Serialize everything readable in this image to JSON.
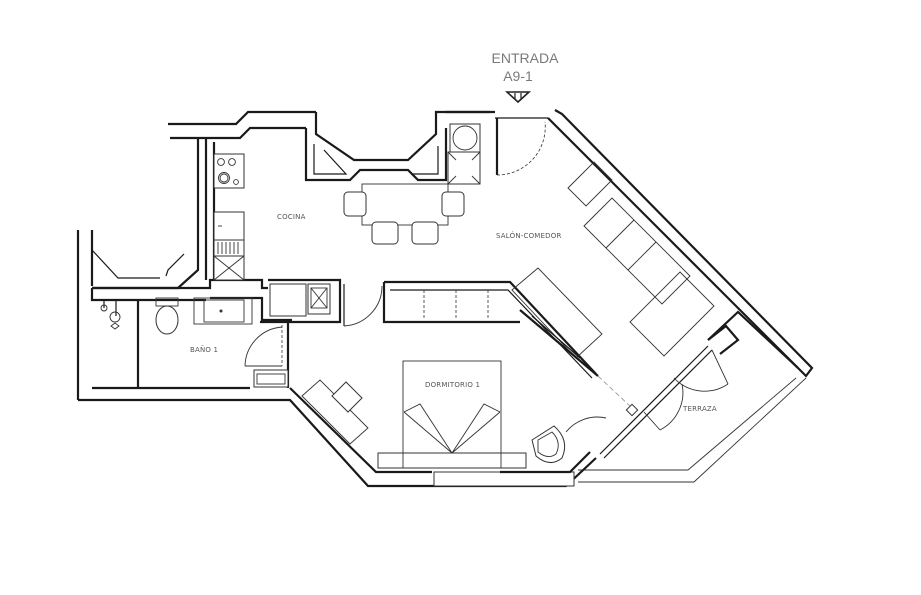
{
  "entrance": {
    "label": "ENTRADA",
    "unit": "A9-1",
    "marker_icon": "entrance-triangle-icon"
  },
  "rooms": [
    {
      "id": "cocina",
      "label": "COCINA"
    },
    {
      "id": "salon",
      "label": "SALÓN-COMEDOR"
    },
    {
      "id": "bano",
      "label": "BAÑO 1"
    },
    {
      "id": "dormitorio",
      "label": "DORMITORIO 1"
    },
    {
      "id": "terraza",
      "label": "TERRAZA"
    }
  ],
  "colors": {
    "wall": "#1a1a1a",
    "label": "#555555",
    "entrance_text": "#7a7a7a",
    "background": "#ffffff"
  }
}
